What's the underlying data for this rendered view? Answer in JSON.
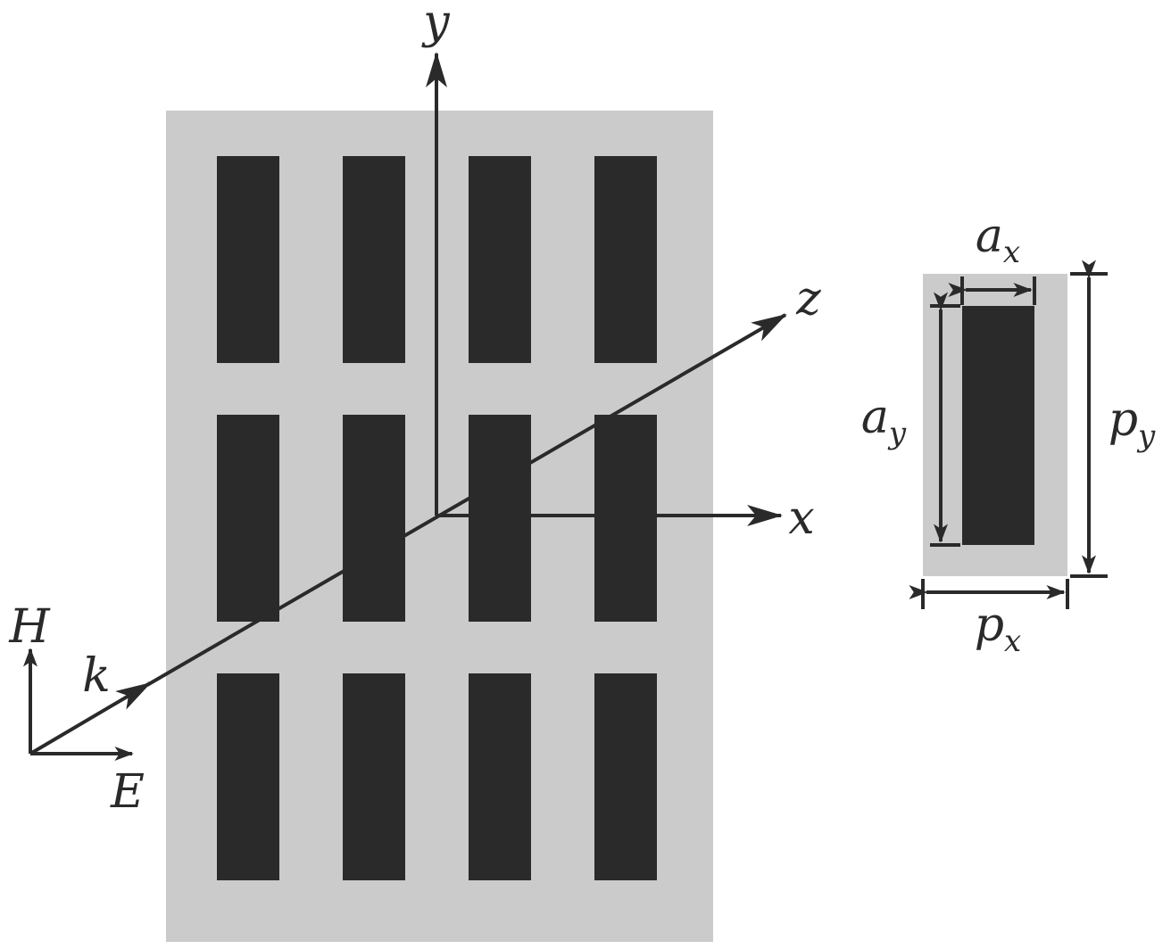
{
  "colors": {
    "background": "#ffffff",
    "substrate": "#cbcbcb",
    "slot": "#2a2a2a",
    "ink": "#2a2a2a"
  },
  "array": {
    "rows": 3,
    "columns": 4
  },
  "axes": {
    "x": "x",
    "y": "y",
    "z": "z"
  },
  "wave": {
    "k": "k",
    "E": "E",
    "H": "H"
  },
  "unit_cell": {
    "ax": {
      "base": "a",
      "sub": "x"
    },
    "ay": {
      "base": "a",
      "sub": "y"
    },
    "px": {
      "base": "p",
      "sub": "x"
    },
    "py": {
      "base": "p",
      "sub": "y"
    }
  }
}
